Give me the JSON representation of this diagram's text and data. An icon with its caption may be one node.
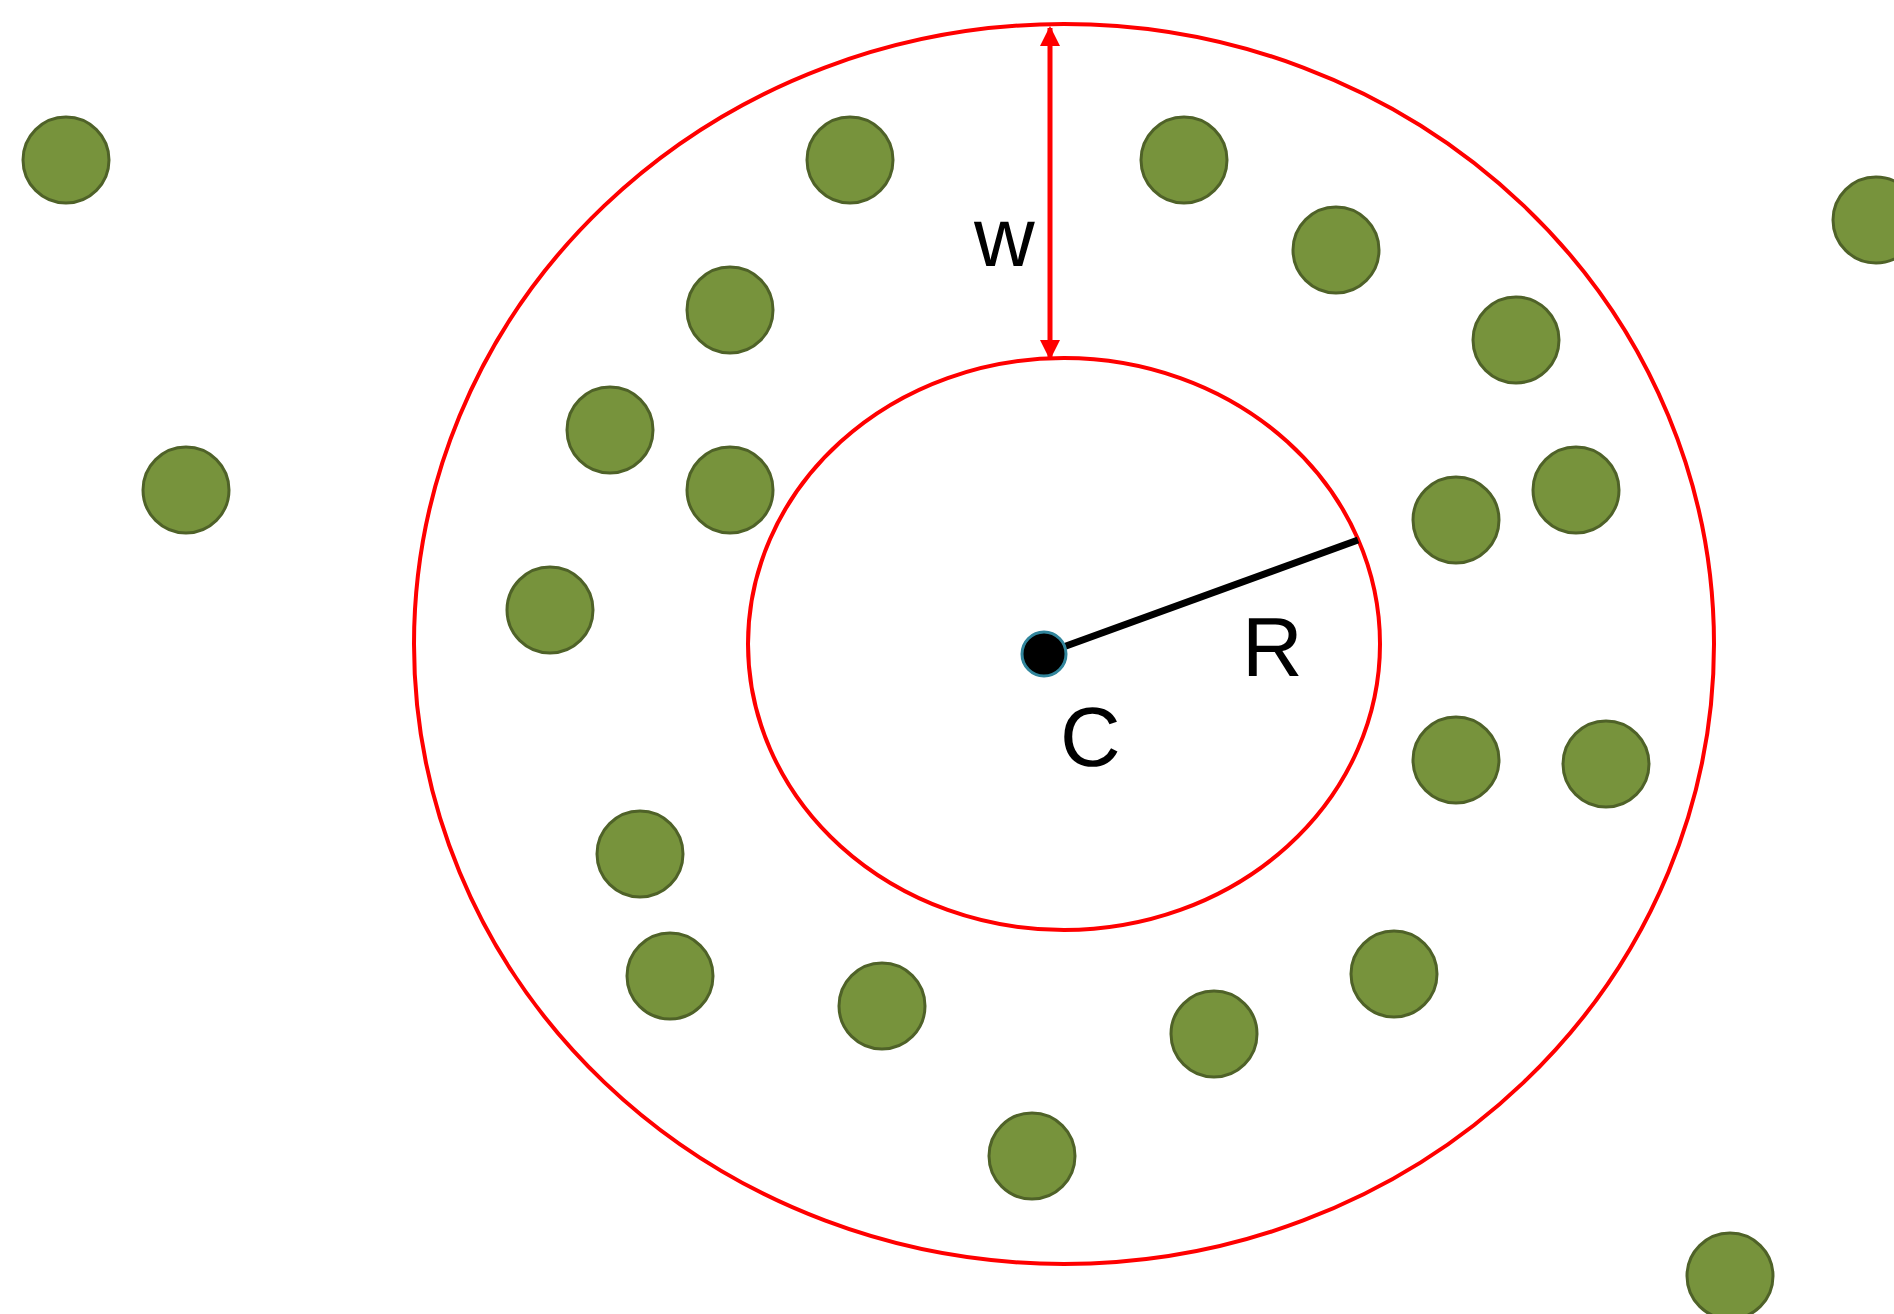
{
  "diagram": {
    "labels": [
      "w",
      "R",
      "C"
    ]
  }
}
